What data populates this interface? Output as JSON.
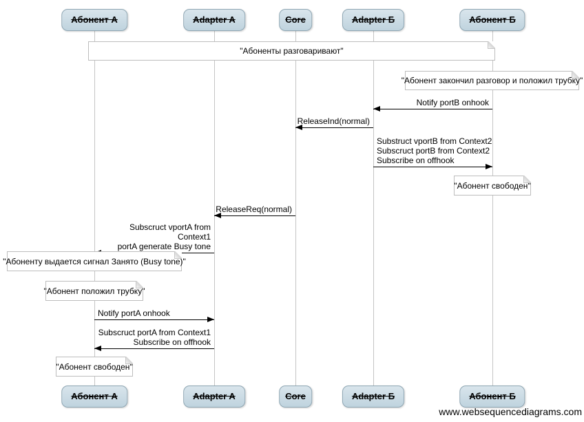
{
  "diagram": {
    "actors": [
      {
        "label": "Абонент А"
      },
      {
        "label": "Adapter A"
      },
      {
        "label": "Core"
      },
      {
        "label": "Adapter Б"
      },
      {
        "label": "Абонент Б"
      }
    ],
    "title_note": "\"Абоненты разговаривают\"",
    "notes": [
      {
        "text": "\"Абонент закончил разговор и положил трубку\"",
        "over": "Абонент Б"
      },
      {
        "text": "\"Абонент свободен\"",
        "over": "Абонент Б"
      },
      {
        "text": "\"Абоненту выдается сигнал Занято (Busy tone)\"",
        "over": "Абонент А"
      },
      {
        "text": "\"Абонент положил трубку\"",
        "over": "Абонент А"
      },
      {
        "text": "\"Абонент свободен\"",
        "over": "Абонент А"
      }
    ],
    "messages": [
      {
        "label": "Notify portB onhook",
        "from": "Абонент Б",
        "to": "Adapter Б"
      },
      {
        "label": "ReleaseInd(normal)",
        "from": "Adapter Б",
        "to": "Core"
      },
      {
        "label": "Substruct vportB from Context2\nSubscruct portB from Context2\nSubscribe on offhook",
        "from": "Adapter Б",
        "to": "Абонент Б"
      },
      {
        "label": "ReleaseReq(normal)",
        "from": "Core",
        "to": "Adapter A"
      },
      {
        "label": "Subscruct vportA from Context1\nportA generate Busy tone",
        "from": "Adapter A",
        "to": "Абонент А"
      },
      {
        "label": "Notify portA onhook",
        "from": "Абонент А",
        "to": "Adapter A"
      },
      {
        "label": "Subscruct portA from Context1\nSubscribe on offhook",
        "from": "Adapter A",
        "to": "Абонент А"
      }
    ],
    "watermark": "www.websequencediagrams.com",
    "colors": {
      "actor_fill": "#c6d9e2",
      "actor_border": "#8ea6b3",
      "note_border": "#bdbdbd",
      "lifeline": "#c4c4c4",
      "message_line": "#000000"
    }
  }
}
